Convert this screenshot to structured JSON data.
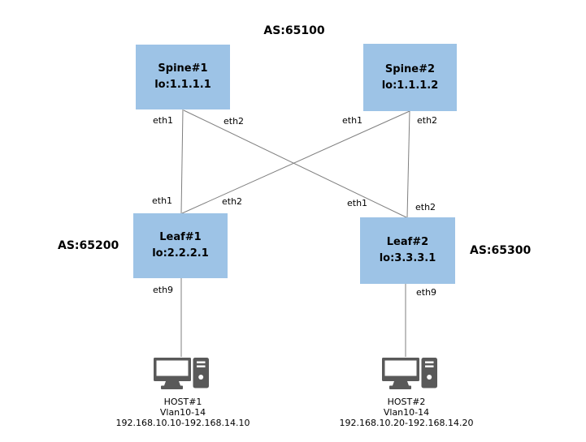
{
  "autonomous_systems": {
    "spine": "AS:65100",
    "leaf1": "AS:65200",
    "leaf2": "AS:65300"
  },
  "nodes": {
    "spine1": {
      "name": "Spine#1",
      "loopback": "lo:1.1.1.1",
      "ports": {
        "eth1": "eth1",
        "eth2": "eth2"
      }
    },
    "spine2": {
      "name": "Spine#2",
      "loopback": "lo:1.1.1.2",
      "ports": {
        "eth1": "eth1",
        "eth2": "eth2"
      }
    },
    "leaf1": {
      "name": "Leaf#1",
      "loopback": "lo:2.2.2.1",
      "ports": {
        "eth1": "eth1",
        "eth2": "eth2",
        "eth9": "eth9"
      }
    },
    "leaf2": {
      "name": "Leaf#2",
      "loopback": "lo:3.3.3.1",
      "ports": {
        "eth1": "eth1",
        "eth2": "eth2",
        "eth9": "eth9"
      }
    }
  },
  "hosts": {
    "host1": {
      "name": "HOST#1",
      "vlan": "Vlan10-14",
      "ip_range": "192.168.10.10-192.168.14.10"
    },
    "host2": {
      "name": "HOST#2",
      "vlan": "Vlan10-14",
      "ip_range": "192.168.10.20-192.168.14.20"
    }
  },
  "icons": {
    "host1": "desktop-computer-icon",
    "host2": "desktop-computer-icon"
  },
  "colors": {
    "node_fill": "#9dc3e6",
    "link_line": "#7f7f7f",
    "host_icon": "#595959",
    "text": "#000000"
  }
}
